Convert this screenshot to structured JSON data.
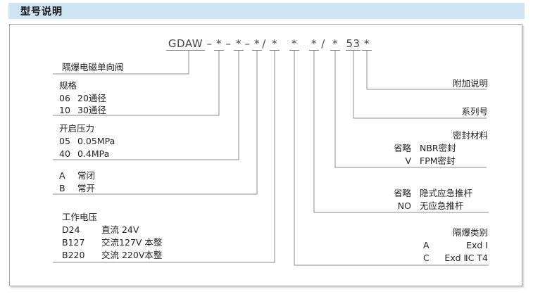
{
  "header": {
    "title": "型号说明"
  },
  "model_code": {
    "parts": [
      "GDAW",
      "–",
      "*",
      "–",
      "*",
      "–",
      "*",
      "/",
      "*",
      "*",
      "*",
      "/",
      "*",
      "53",
      "*"
    ]
  },
  "left": {
    "product_name": "隔爆电磁单向阀",
    "spec": {
      "title": "规格",
      "items": [
        {
          "code": "06",
          "label": "20通径"
        },
        {
          "code": "10",
          "label": "30通径"
        }
      ]
    },
    "pressure": {
      "title": "开启压力",
      "items": [
        {
          "code": "05",
          "label": "0.05MPa"
        },
        {
          "code": "40",
          "label": "0.4MPa"
        }
      ]
    },
    "mode": {
      "items": [
        {
          "code": "A",
          "label": "常闭"
        },
        {
          "code": "B",
          "label": "常开"
        }
      ]
    },
    "voltage": {
      "title": "工作电压",
      "items": [
        {
          "code": "D24",
          "label": "直流 24V"
        },
        {
          "code": "B127",
          "label": "交流127V 本整"
        },
        {
          "code": "B220",
          "label": "交流 220V本整"
        }
      ]
    }
  },
  "right": {
    "extra_note": {
      "title": "附加说明"
    },
    "series": {
      "title": "系列号"
    },
    "seal": {
      "title": "密封材料",
      "items": [
        {
          "code": "省略",
          "label": "NBR密封"
        },
        {
          "code": "V",
          "label": "FPM密封"
        }
      ]
    },
    "pushrod": {
      "items": [
        {
          "code": "省略",
          "label": "隐式应急推杆"
        },
        {
          "code": "NO",
          "label": "无应急推杆"
        }
      ]
    },
    "exd": {
      "title": "隔爆类别",
      "items": [
        {
          "code": "A",
          "label": "Exd Ⅰ"
        },
        {
          "code": "C",
          "label": "Exd ⅡC T4"
        }
      ]
    }
  },
  "colors": {
    "header_bg": "#cfe4f3",
    "box_border": "#a9a9a9",
    "line": "#8c8c8c",
    "text": "#2b2b2b"
  }
}
